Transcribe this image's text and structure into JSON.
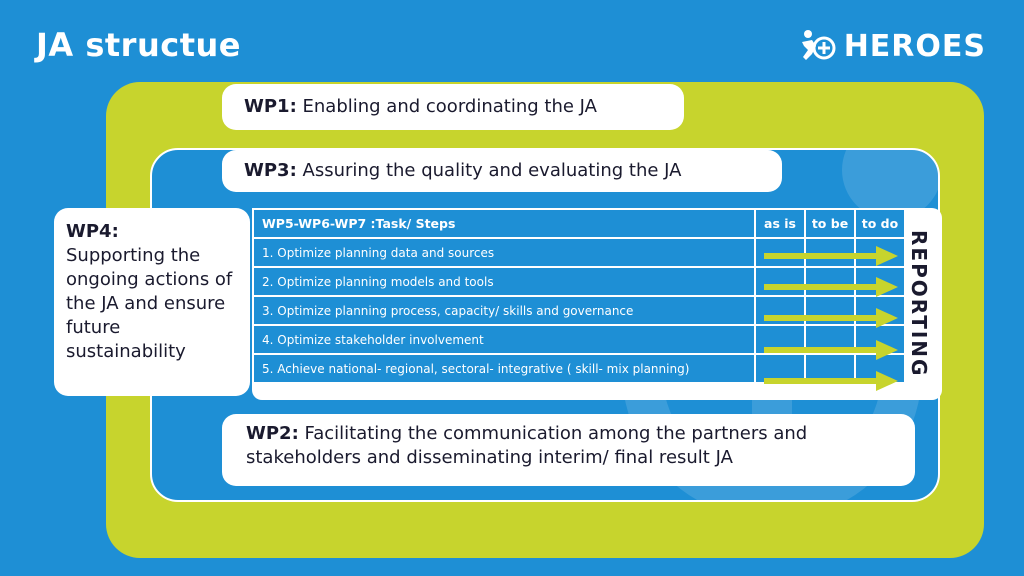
{
  "page": {
    "title": "JA structue"
  },
  "brand": {
    "name": "HEROES",
    "logo_icon": "heroes-logo-icon"
  },
  "colors": {
    "background": "#1e8fd5",
    "outer_frame": "#c7d42d",
    "arrow": "#c7d42d",
    "box": "#ffffff"
  },
  "wp1": {
    "code": "WP1:",
    "text": "Enabling and coordinating the JA"
  },
  "wp3": {
    "code": "WP3:",
    "text": "Assuring the quality and evaluating the JA"
  },
  "wp4": {
    "code": "WP4:",
    "text": "Supporting the ongoing actions of the JA and ensure future sustainability"
  },
  "wp2": {
    "code": "WP2:",
    "text": "Facilitating the communication among the partners and stakeholders and disseminating interim/ final result JA"
  },
  "table": {
    "header": {
      "steps": "WP5-WP6-WP7 :Task/ Steps",
      "as_is": "as is",
      "to_be": "to be",
      "to_do": "to do"
    },
    "rows": [
      "1.  Optimize planning data and sources",
      "2. Optimize planning models and tools",
      "3. Optimize planning process, capacity/ skills and governance",
      "4. Optimize stakeholder involvement",
      "5. Achieve national- regional, sectoral- integrative ( skill- mix planning)"
    ]
  },
  "reporting": {
    "label": "REPORTING"
  }
}
